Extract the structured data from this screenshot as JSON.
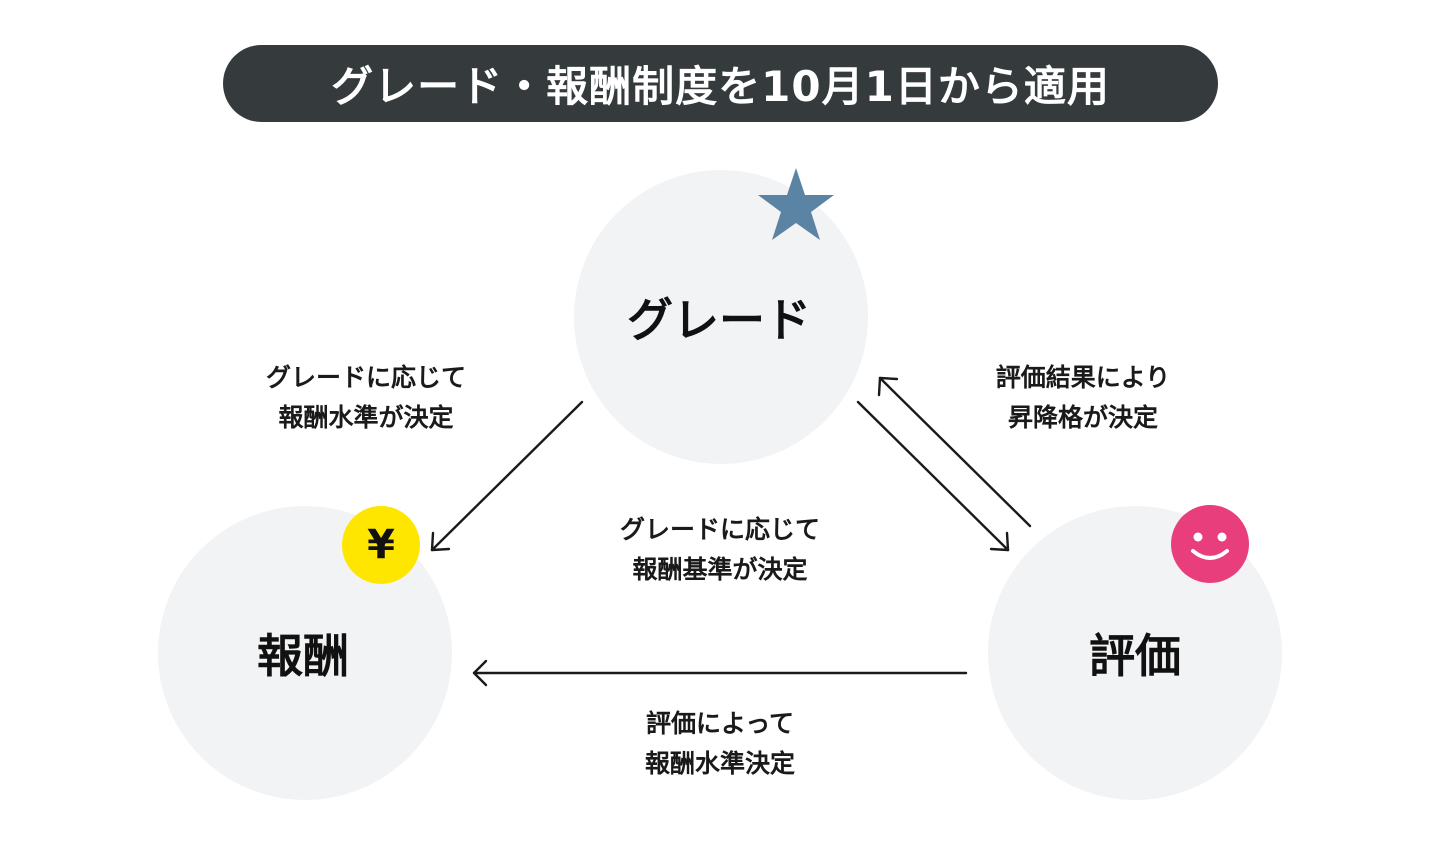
{
  "title": {
    "text": "グレード・報酬制度を10月1日から適用"
  },
  "nodes": {
    "grade": {
      "label": "グレード"
    },
    "reward": {
      "label": "報酬"
    },
    "evaluation": {
      "label": "評価"
    }
  },
  "edges": {
    "grade_to_reward": {
      "line1": "グレードに応じて",
      "line2": "報酬水準が決定"
    },
    "evaluation_to_grade": {
      "line1": "評価結果により",
      "line2": "昇降格が決定"
    },
    "grade_to_evaluation": {
      "line1": "グレードに応じて",
      "line2": "報酬基準が決定"
    },
    "evaluation_to_reward": {
      "line1": "評価によって",
      "line2": "報酬水準決定"
    }
  },
  "icons": {
    "grade": "star-icon",
    "reward": "yen-icon",
    "evaluation": "smile-icon",
    "yen_glyph": "¥"
  },
  "colors": {
    "title_bg": "#353a3d",
    "node_bg": "#f2f3f5",
    "star": "#5b83a3",
    "yen_badge": "#ffe600",
    "smile_badge": "#e83e7c",
    "arrow": "#1a1a1a"
  }
}
